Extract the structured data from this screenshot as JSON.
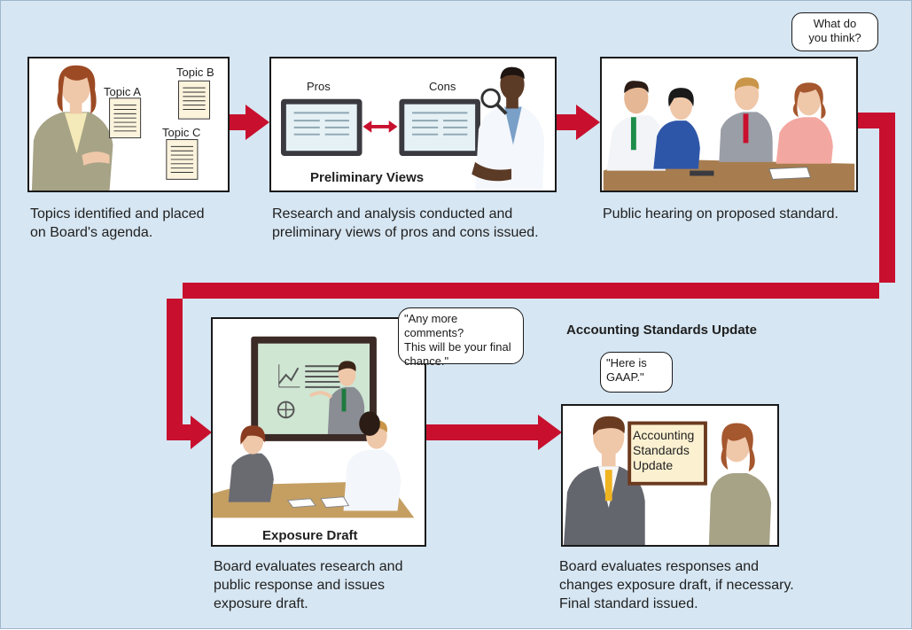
{
  "colors": {
    "background": "#d6e6f2",
    "arrow": "#c8102e",
    "panel_border": "#1a1a1a"
  },
  "panels": [
    {
      "topics": [
        "Topic A",
        "Topic B",
        "Topic C"
      ],
      "caption": [
        "Topics identified and placed",
        "on Board's agenda."
      ]
    },
    {
      "pros_label": "Pros",
      "cons_label": "Cons",
      "title": "Preliminary Views",
      "caption": [
        "Research and analysis conducted and",
        "preliminary views of pros and cons issued."
      ]
    },
    {
      "speech": [
        "What do",
        "you think?"
      ],
      "caption": [
        "Public hearing on proposed standard."
      ]
    },
    {
      "title": "Exposure Draft",
      "speech": [
        "\"Any more comments?",
        "This will be your final",
        "chance.\""
      ],
      "caption": [
        "Board evaluates research and",
        "public response and issues",
        "exposure draft."
      ]
    },
    {
      "heading": "Accounting Standards Update",
      "board_text": [
        "Accounting",
        "Standards",
        "Update"
      ],
      "speech": [
        "\"Here is",
        "GAAP.\""
      ],
      "caption": [
        "Board evaluates responses and",
        "changes exposure draft, if necessary.",
        "Final standard issued."
      ]
    }
  ]
}
